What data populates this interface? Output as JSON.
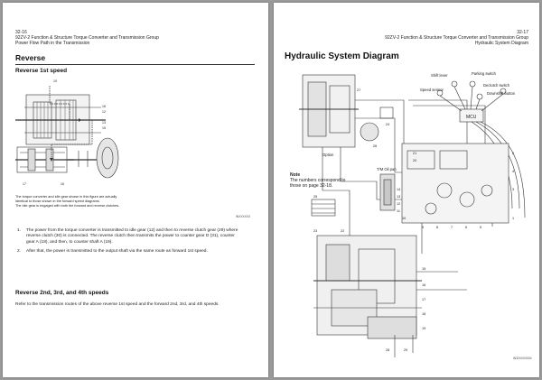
{
  "left_page": {
    "header": {
      "page_number": "32-16",
      "line1": "92ZV-2 Function & Structure Torque Converter and Transmission Group",
      "line2": "Power Flow Path in the Transmission"
    },
    "section_title": "Reverse",
    "subsection1": "Reverse 1st speed",
    "figure_numbers": [
      "19",
      "18",
      "12",
      "13",
      "15",
      "17",
      "16"
    ],
    "figure_caption": [
      "The torque converter and idle gear shown in this figure are actually",
      "identical to those shown in the forward speed diagrams.",
      "The idle gear is engaged with both the forward and reverse clutches."
    ],
    "figure_code": "INXXXXXX",
    "steps": [
      {
        "num": "1.",
        "text": "The power from the torque converter is transmitted to idle gear (12) and then to reverse clutch gear (29) where reverse clutch (30) is connected. The reverse clutch then transmits the power to counter gear D (31), counter gear A (18), and then, to counter shaft A (19)."
      },
      {
        "num": "2.",
        "text": "After that, the power is transmitted to the output shaft via the same route as forward 1st speed."
      }
    ],
    "subsection2": "Reverse 2nd, 3rd, and 4th speeds",
    "paragraph2": "Refer to the transmission routes of the above reverse 1st speed and the forward 2nd, 3rd, and 4th speeds."
  },
  "right_page": {
    "header": {
      "page_number": "32-17",
      "line1": "92ZV-2 Function & Structure Torque Converter and Transmission Group",
      "line2": "Hydraulic System Diagram"
    },
    "title": "Hydraulic System Diagram",
    "note_label": "Note",
    "note_text": "The numbers correspond to those on page 32-18.",
    "labels": {
      "shift_lever": "Shift lever",
      "parking_switch": "Parking switch",
      "speed_sensor": "Speed sensor",
      "declutch_switch": "Declutch switch",
      "downshift_button": "Downshift button",
      "mcu": "MCU",
      "option": "Option",
      "tm_oil_pan": "T/M Oil pan"
    },
    "part_numbers": [
      "27",
      "26",
      "24",
      "21",
      "20",
      "2",
      "14",
      "13",
      "12",
      "11",
      "10",
      "9",
      "8",
      "7",
      "6",
      "5",
      "4",
      "3",
      "1",
      "25",
      "23",
      "22",
      "15",
      "16",
      "17",
      "18",
      "19",
      "28",
      "29"
    ],
    "figure_code": "IN32XXXX004"
  },
  "colors": {
    "page_background": "#ffffff",
    "viewer_background": "#9a9a9a",
    "text": "#222222",
    "line_art": "#333333"
  }
}
